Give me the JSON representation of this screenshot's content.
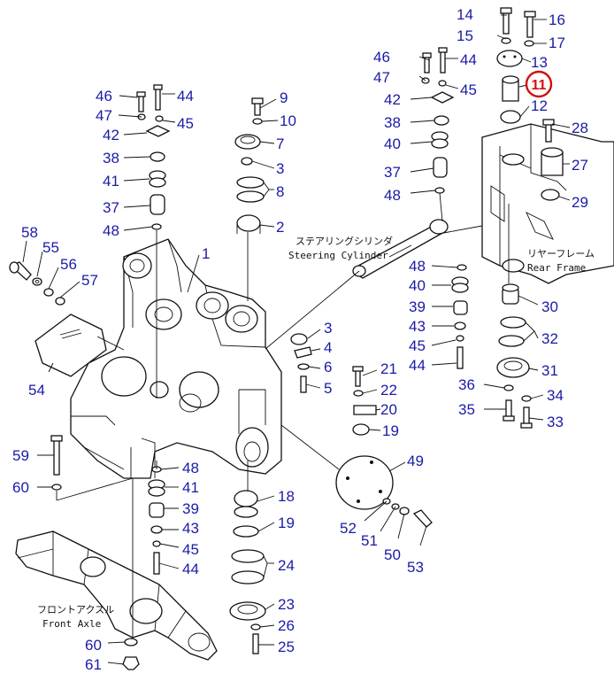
{
  "labels": {
    "steering_cylinder_jp": "ステアリングシリンダ",
    "steering_cylinder_en": "Steering Cylinder",
    "rear_frame_jp": "リヤーフレーム",
    "rear_frame_en": "Rear Frame",
    "front_axle_jp": "フロントアクスル",
    "front_axle_en": "Front Axle"
  },
  "highlight": {
    "number": "11",
    "color": "#d01010"
  },
  "callouts": [
    "14",
    "16",
    "15",
    "17",
    "13",
    "46",
    "44",
    "47",
    "45",
    "42",
    "38",
    "40",
    "37",
    "48",
    "12",
    "28",
    "27",
    "29",
    "9",
    "10",
    "7",
    "3",
    "8",
    "2",
    "46",
    "44",
    "47",
    "45",
    "42",
    "38",
    "41",
    "37",
    "48",
    "58",
    "55",
    "56",
    "57",
    "1",
    "54",
    "48",
    "40",
    "39",
    "43",
    "45",
    "44",
    "30",
    "32",
    "31",
    "36",
    "34",
    "35",
    "33",
    "3",
    "4",
    "6",
    "5",
    "21",
    "22",
    "20",
    "19",
    "49",
    "59",
    "60",
    "48",
    "41",
    "39",
    "43",
    "45",
    "44",
    "18",
    "19",
    "24",
    "23",
    "26",
    "25",
    "52",
    "51",
    "50",
    "53",
    "60",
    "61"
  ],
  "colors": {
    "callout": "#1a1aa8",
    "line": "#111111"
  }
}
